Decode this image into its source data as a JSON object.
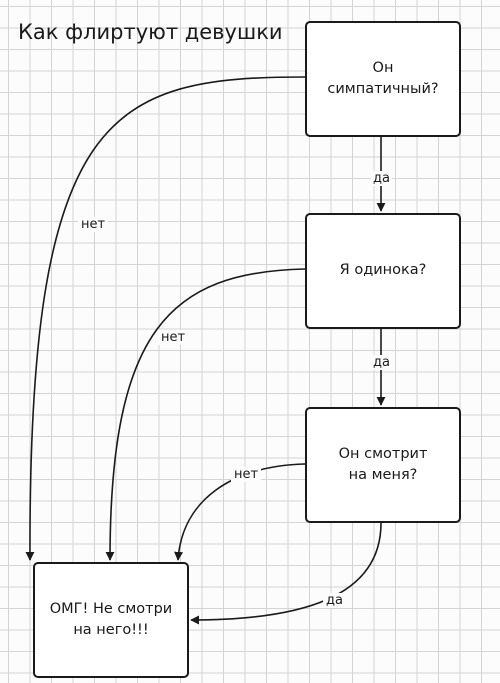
{
  "title": "Как флиртуют девушки",
  "nodes": {
    "q1": "Он\nсимпатичный?",
    "q2": "Я одинока?",
    "q3": "Он смотрит\nна меня?",
    "result": "ОМГ! Не смотри\nна него!!!"
  },
  "edges": {
    "q1_q2": "да",
    "q2_q3": "да",
    "q3_result": "да",
    "q1_no": "нет",
    "q2_no": "нет",
    "q3_no": "нет"
  }
}
